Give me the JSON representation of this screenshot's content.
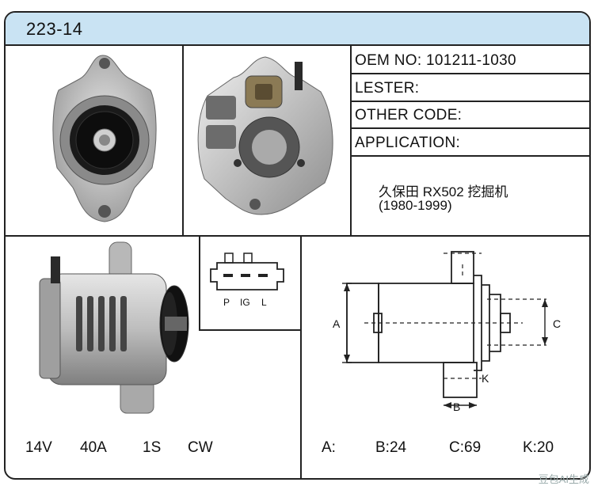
{
  "header": {
    "title": "223-14"
  },
  "info": {
    "oem": "OEM NO: 101211-1030",
    "lester": "LESTER:",
    "other_code": "OTHER CODE:",
    "application": "APPLICATION:",
    "app_line1": "久保田 RX502 挖掘机",
    "app_line2": "(1980-1999)"
  },
  "connector": {
    "pins": [
      "P",
      "IG",
      "L"
    ]
  },
  "dimensions": {
    "a": "A",
    "b": "B",
    "c": "C",
    "k": "K"
  },
  "specs_left": {
    "voltage": "14V",
    "amperage": "40A",
    "pulley": "1S",
    "rotation": "CW"
  },
  "specs_right": {
    "a": "A:",
    "b": "B:24",
    "c": "C:69",
    "k": "K:20"
  },
  "watermark": "豆包AI生成"
}
